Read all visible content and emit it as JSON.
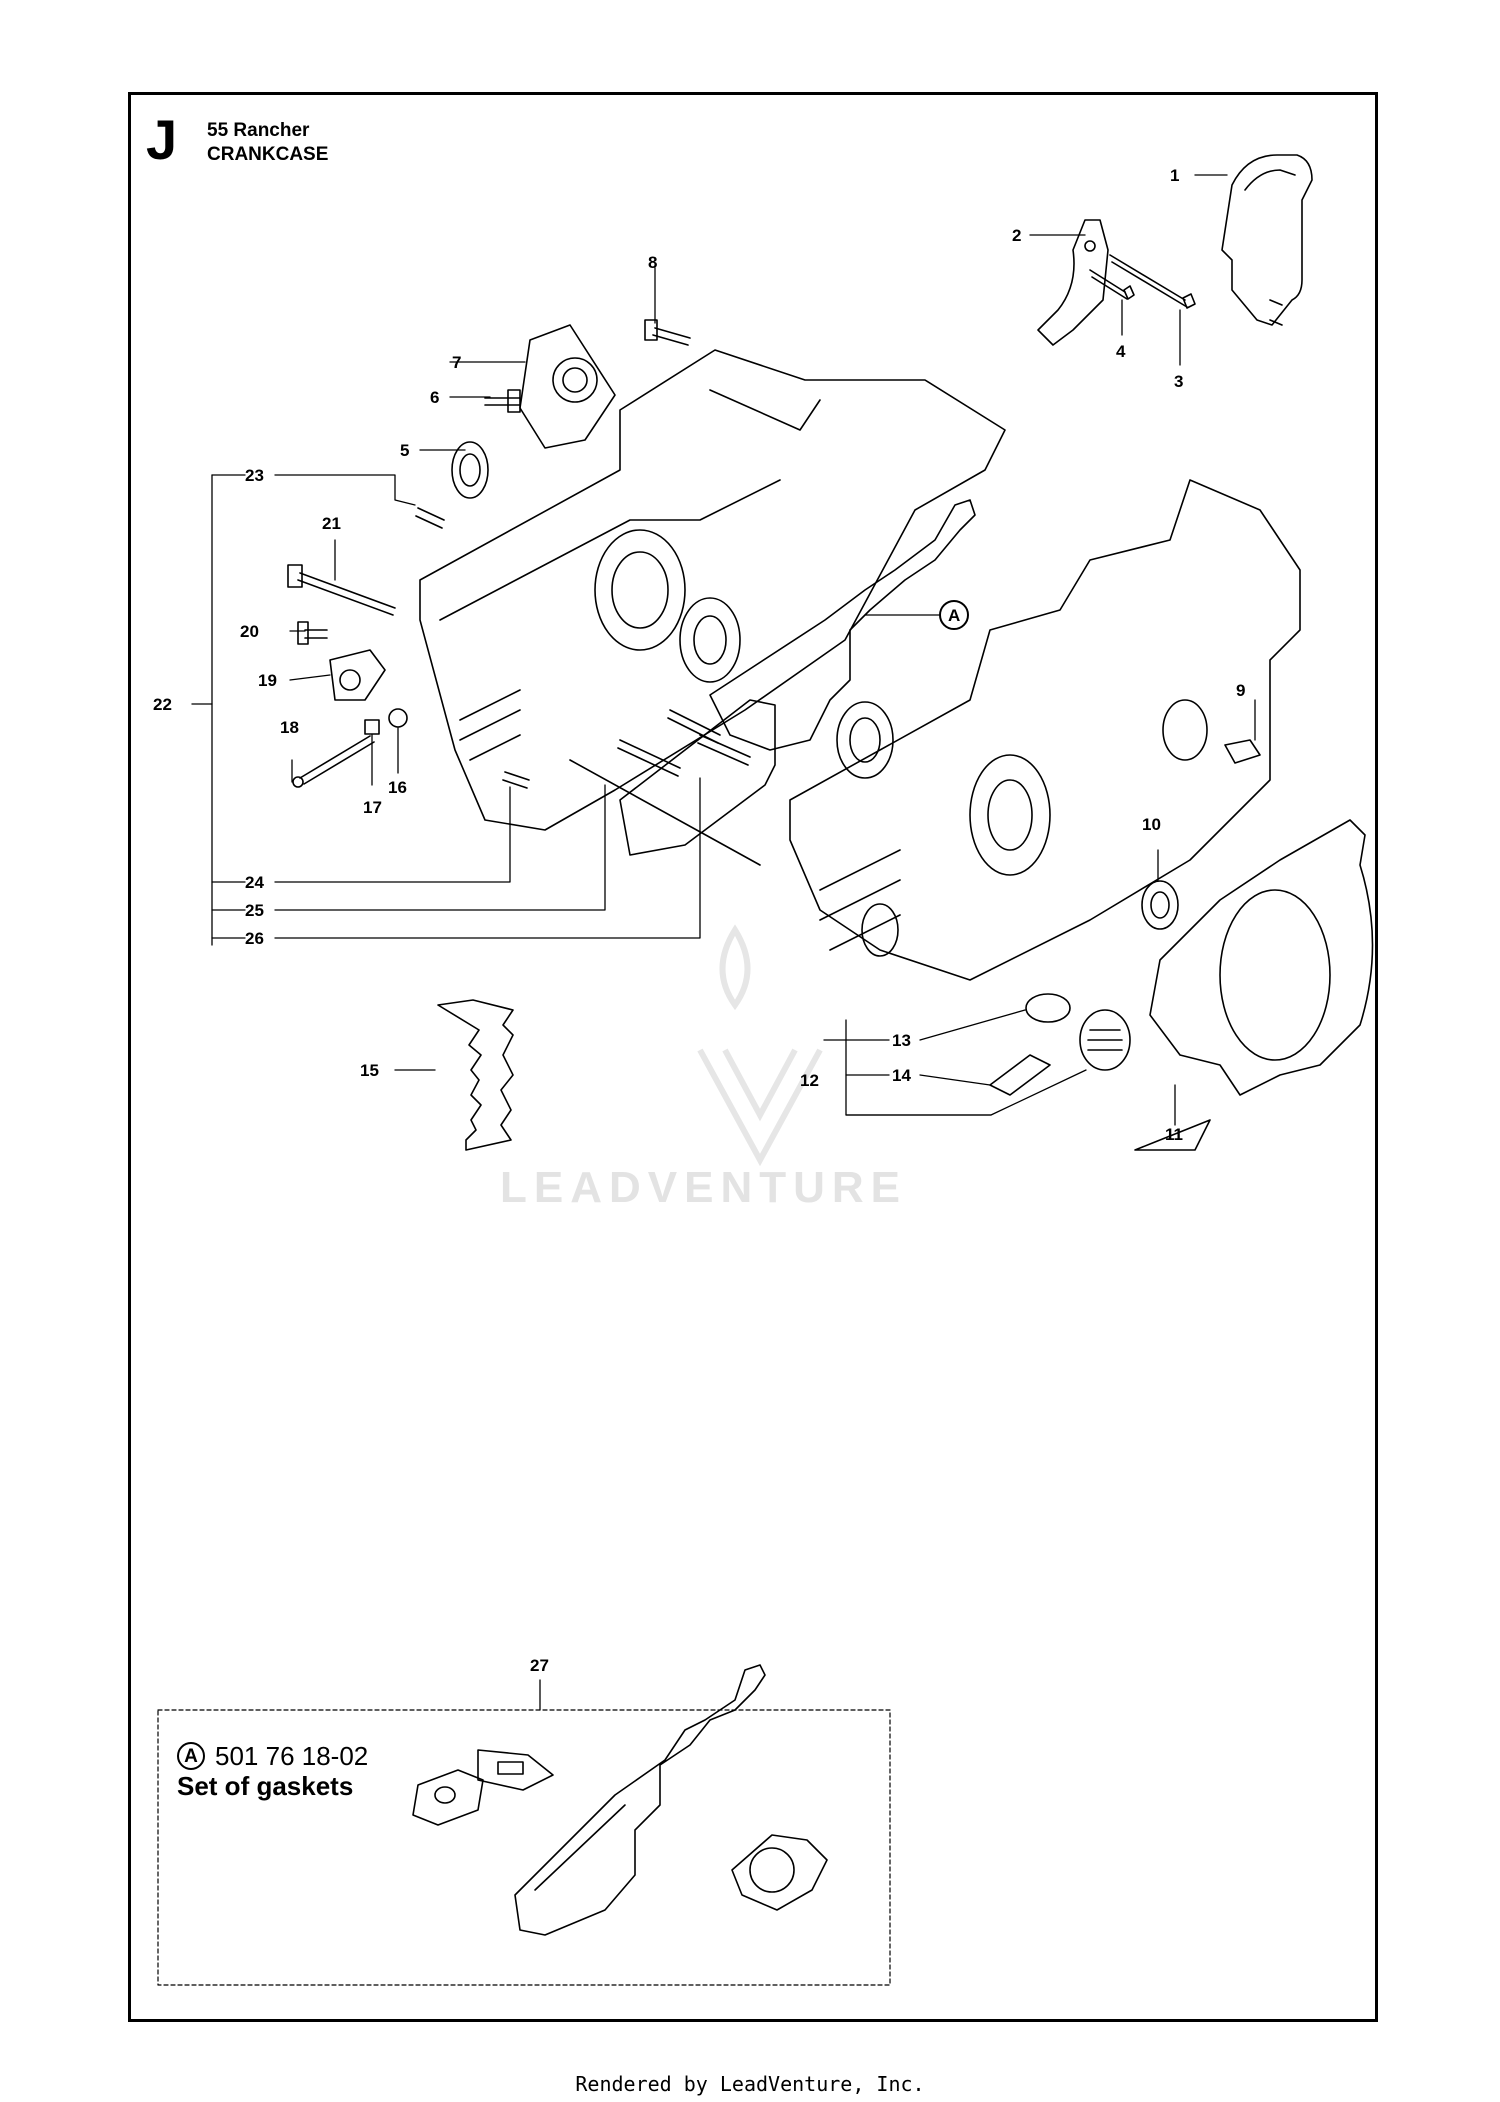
{
  "section_letter": "J",
  "model": "55 Rancher",
  "section_title": "CRANKCASE",
  "callouts": [
    "1",
    "2",
    "3",
    "4",
    "5",
    "6",
    "7",
    "8",
    "9",
    "10",
    "11",
    "12",
    "13",
    "14",
    "15",
    "16",
    "17",
    "18",
    "19",
    "20",
    "21",
    "22",
    "23",
    "24",
    "25",
    "26",
    "27"
  ],
  "reference_marker": "A",
  "kit": {
    "marker": "A",
    "part_number": "501 76 18-02",
    "name": "Set of gaskets"
  },
  "watermark": "LEADVENTURE",
  "footer": "Rendered by LeadVenture, Inc.",
  "colors": {
    "line": "#000000",
    "watermark": "#e3e3e3",
    "background": "#ffffff"
  }
}
